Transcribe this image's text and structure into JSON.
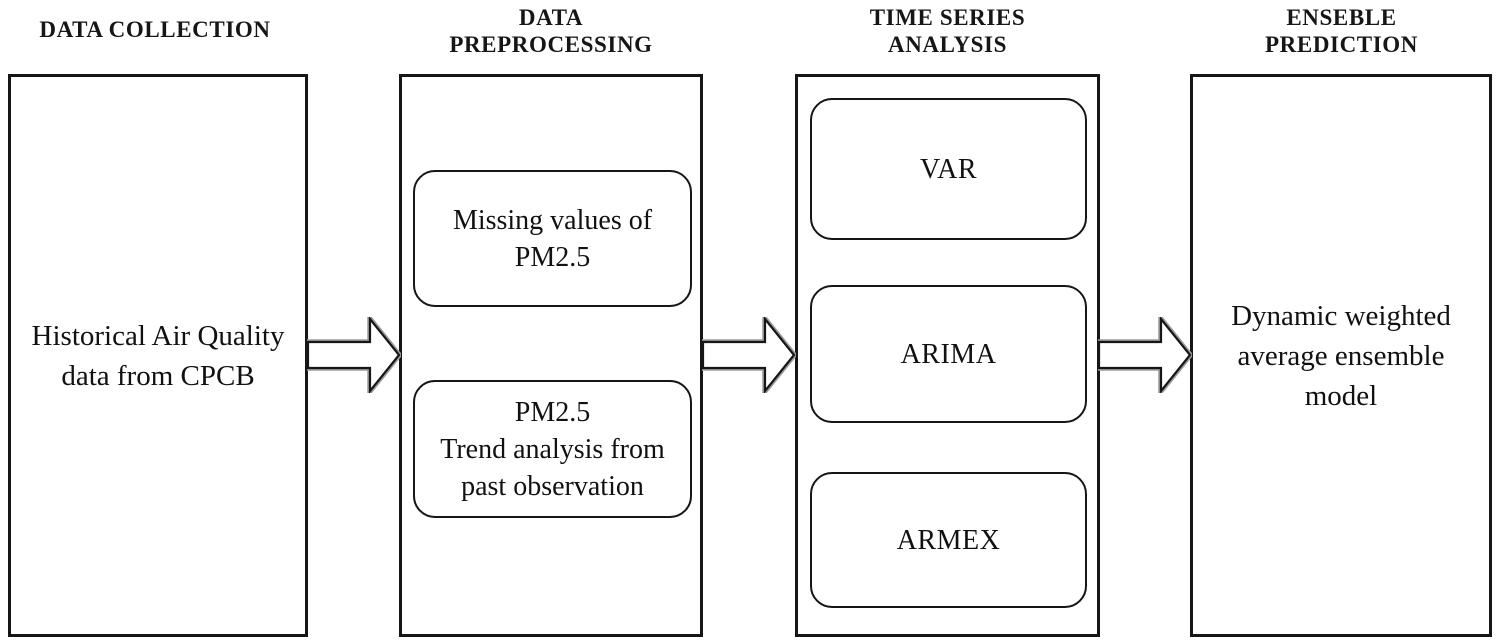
{
  "diagram": {
    "title": "Ensemble prediction pipeline flowchart",
    "stages": [
      {
        "header": "DATA COLLECTION",
        "label": "Historical Air Quality\ndata from CPCB"
      },
      {
        "header": "DATA\nPREPROCESSING",
        "items": [
          "Missing values of\nPM2.5",
          "PM2.5\nTrend analysis from\npast observation"
        ]
      },
      {
        "header": "TIME SERIES\nANALYSIS",
        "items": [
          "VAR",
          "ARIMA",
          "ARMEX"
        ]
      },
      {
        "header": "ENSEBLE\nPREDICTION",
        "label": "Dynamic weighted\naverage ensemble\nmodel"
      }
    ],
    "arrows": [
      "flow-arrow-1",
      "flow-arrow-2",
      "flow-arrow-3"
    ],
    "colors": {
      "border": "#161616",
      "arrow_outline": "#161616",
      "arrow_shadow": "#9b9b9b",
      "background": "#ffffff",
      "text": "#111111"
    }
  }
}
